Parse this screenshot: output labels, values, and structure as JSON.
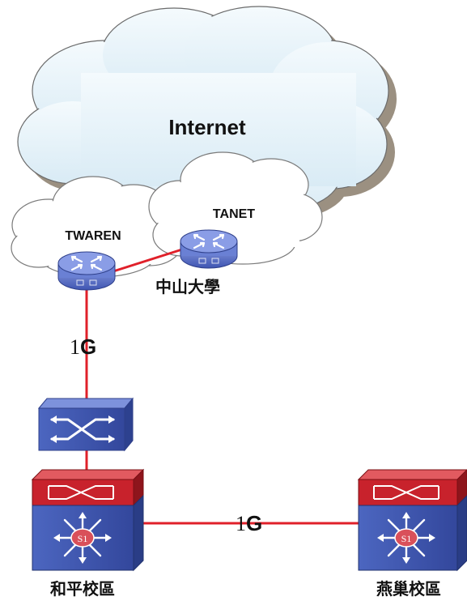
{
  "clouds": {
    "internet": {
      "label": "Internet"
    },
    "twaren": {
      "label": "TWAREN"
    },
    "tanet": {
      "label": "TANET"
    }
  },
  "routers": {
    "nsysu_label": "中山大學"
  },
  "links": {
    "uplink_speed": {
      "prefix": "1",
      "suffix": "G"
    },
    "campus_link_speed": {
      "prefix": "1",
      "suffix": "G"
    }
  },
  "sites": {
    "heping": {
      "label": "和平校區",
      "switch_badge": "S1"
    },
    "yanchao": {
      "label": "燕巢校區",
      "switch_badge": "S1"
    }
  },
  "colors": {
    "link": "#e0202a",
    "cloud_fill": "#e4f1f9",
    "cloud_shadow": "#8a7d6c",
    "router_body": "#5b70c9",
    "switch_blue": "#3e59b4",
    "switch_red": "#c8222c"
  }
}
